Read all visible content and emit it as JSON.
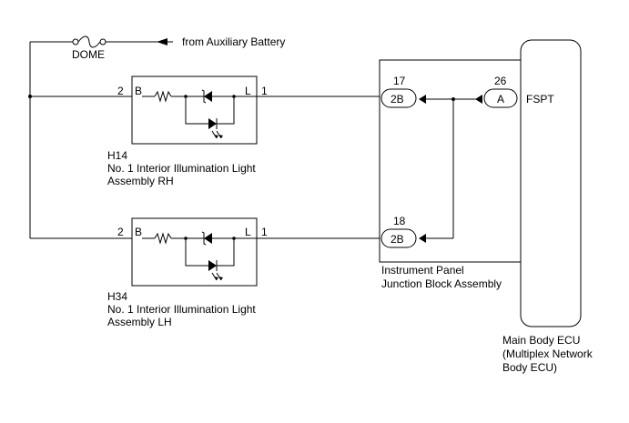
{
  "fuse": {
    "label": "DOME"
  },
  "source": {
    "label": "from Auxiliary Battery"
  },
  "light_rh": {
    "pin_left": "2",
    "pin_left_name": "B",
    "pin_right_name": "L",
    "pin_right": "1",
    "code": "H14",
    "name_line1": "No. 1 Interior Illumination Light",
    "name_line2": "Assembly RH"
  },
  "light_lh": {
    "pin_left": "2",
    "pin_left_name": "B",
    "pin_right_name": "L",
    "pin_right": "1",
    "code": "H34",
    "name_line1": "No. 1 Interior Illumination Light",
    "name_line2": "Assembly LH"
  },
  "junction_block": {
    "connector_top_pin": "17",
    "connector_top_label": "2B",
    "connector_bottom_pin": "18",
    "connector_bottom_label": "2B",
    "name_line1": "Instrument Panel",
    "name_line2": "Junction Block Assembly"
  },
  "ecu": {
    "connector_pin": "26",
    "connector_label": "A",
    "terminal": "FSPT",
    "name_line1": "Main Body ECU",
    "name_line2": "(Multiplex Network",
    "name_line3": "Body ECU)"
  }
}
